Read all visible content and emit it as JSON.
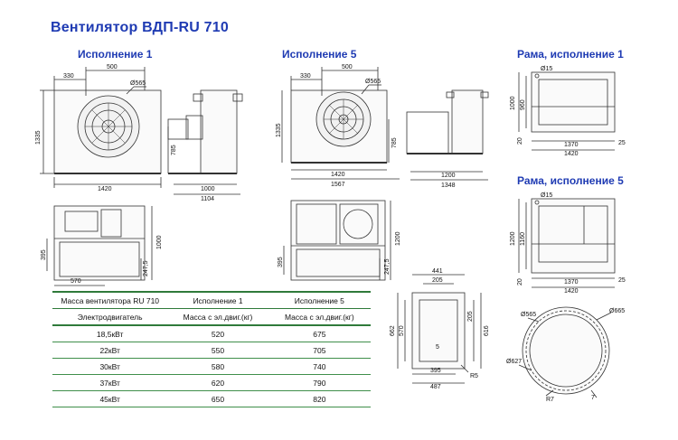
{
  "title": "Вентилятор ВДП-RU 710",
  "sections": {
    "isp1": "Исполнение 1",
    "isp5": "Исполнение 5",
    "frame1": "Рама, исполнение 1",
    "frame5": "Рама, исполнение 5"
  },
  "dims": {
    "isp1_front": {
      "d330": "330",
      "d500": "500",
      "d565": "Ø565",
      "d1335": "1335",
      "d785": "785",
      "d1420": "1420"
    },
    "isp1_side": {
      "d1000": "1000",
      "d1104": "1104"
    },
    "isp1_bottom": {
      "d395": "395",
      "d2475": "247,5",
      "d1000": "1000",
      "d570": "570"
    },
    "isp5_front": {
      "d330": "330",
      "d500": "500",
      "d565": "Ø565",
      "d1335": "1335",
      "d785": "785",
      "d1420": "1420",
      "d1567": "1567"
    },
    "isp5_side": {
      "d1200": "1200",
      "d1348": "1348"
    },
    "isp5_bottom": {
      "d395": "395",
      "d2475": "247,5",
      "d1200": "1200"
    },
    "frame1": {
      "d15": "Ø15",
      "d1000": "1000",
      "d960": "960",
      "d20": "20",
      "d1370": "1370",
      "d1420": "1420",
      "d25": "25"
    },
    "frame5": {
      "d15": "Ø15",
      "d1200": "1200",
      "d1160": "1160",
      "d20": "20",
      "d1370": "1370",
      "d1420": "1420",
      "d25": "25"
    },
    "outlet": {
      "d441": "441",
      "d205a": "205",
      "d662": "662",
      "d570": "570",
      "d205b": "205",
      "d616": "616",
      "d5": "5",
      "d395": "395",
      "d487": "487",
      "r5": "R5"
    },
    "inlet": {
      "d565": "Ø565",
      "d665": "Ø665",
      "d627": "Ø627",
      "r7": "R7",
      "d7": "7"
    }
  },
  "table": {
    "header1": [
      "Масса вентилятора RU 710",
      "Исполнение 1",
      "Исполнение 5"
    ],
    "header2": [
      "Электродвигатель",
      "Масса с эл.двиг.(кг)",
      "Масса с эл.двиг.(кг)"
    ],
    "rows": [
      [
        "18,5кВт",
        "520",
        "675"
      ],
      [
        "22кВт",
        "550",
        "705"
      ],
      [
        "30кВт",
        "580",
        "740"
      ],
      [
        "37кВт",
        "620",
        "790"
      ],
      [
        "45кВт",
        "650",
        "820"
      ]
    ]
  },
  "colors": {
    "title": "#1f3bb3",
    "table_line": "#2f7a3a",
    "drawing": "#333333"
  }
}
